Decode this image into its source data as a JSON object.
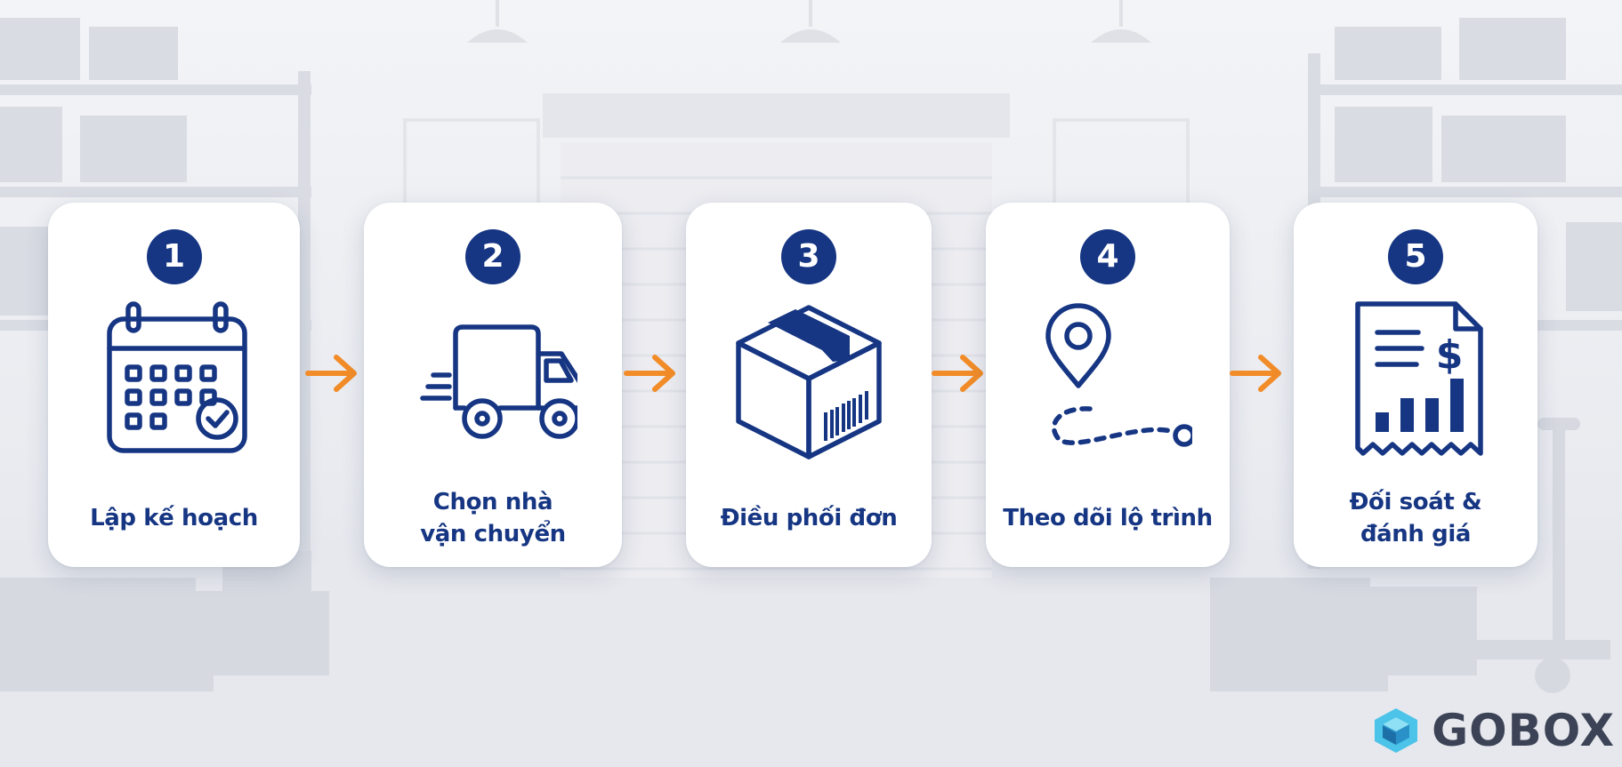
{
  "steps": [
    {
      "number": "1",
      "icon": "calendar-check-icon",
      "label_lines": [
        "Lập kế hoạch"
      ]
    },
    {
      "number": "2",
      "icon": "delivery-truck-icon",
      "label_lines": [
        "Chọn nhà",
        "vận chuyển"
      ]
    },
    {
      "number": "3",
      "icon": "package-box-icon",
      "label_lines": [
        "Điều phối đơn"
      ]
    },
    {
      "number": "4",
      "icon": "route-pin-icon",
      "label_lines": [
        "Theo dõi lộ trình"
      ]
    },
    {
      "number": "5",
      "icon": "invoice-chart-icon",
      "label_lines": [
        "Đối soát &",
        "đánh giá"
      ]
    }
  ],
  "connector": {
    "icon": "arrow-right-icon",
    "color": "#f28c28"
  },
  "brand": {
    "name": "GOBOX",
    "icon": "gobox-logo-icon"
  },
  "colors": {
    "primary": "#163683",
    "accent": "#f28c28",
    "card": "#ffffff",
    "brand_logo": "#4cc3e8"
  }
}
